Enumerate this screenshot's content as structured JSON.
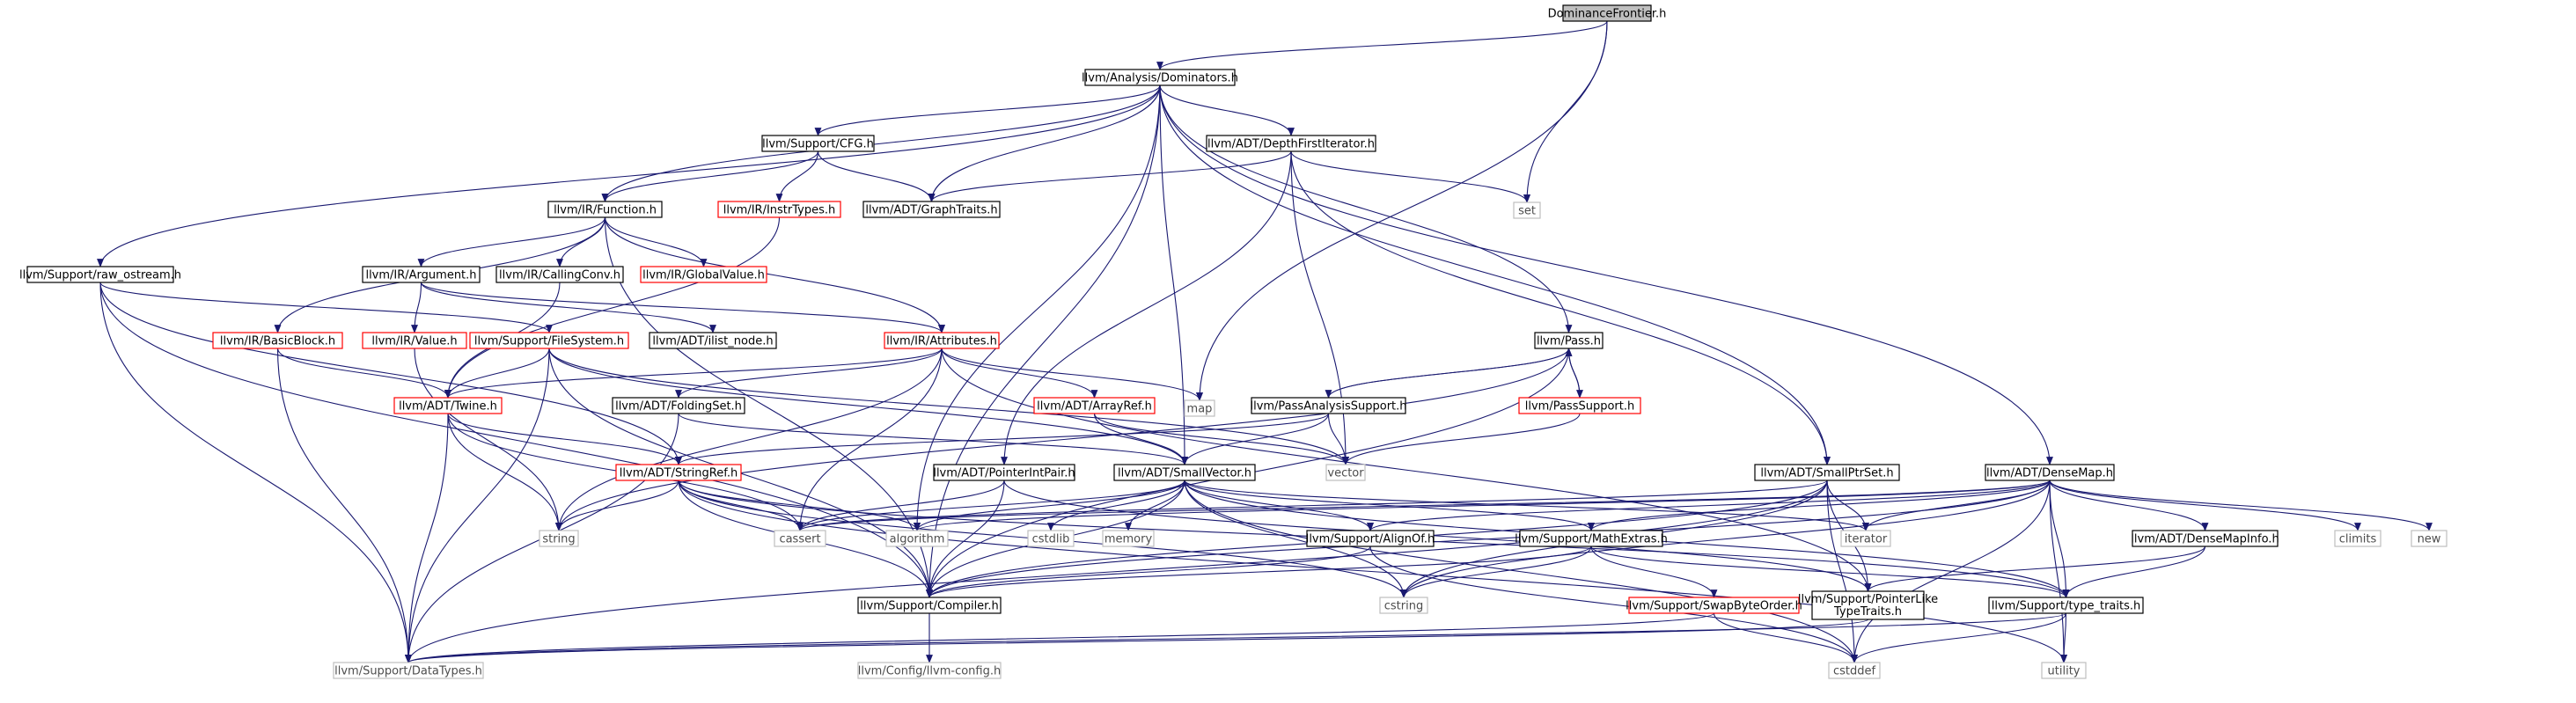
{
  "colors": {
    "edge": "#191970",
    "normal_border": "#000000",
    "red_border": "#ff0000",
    "missing_border": "#bfbfbf",
    "root_fill": "#bfbfbf",
    "text": "#000000",
    "missing_text": "#4d4d4d"
  },
  "nodes": {
    "domfront": {
      "label": "DominanceFrontier.h"
    },
    "dominators": {
      "label": "llvm/Analysis/Dominators.h"
    },
    "set": {
      "label": "set"
    },
    "map": {
      "label": "map"
    },
    "cfg": {
      "label": "llvm/Support/CFG.h"
    },
    "dfi": {
      "label": "llvm/ADT/DepthFirstIterator.h"
    },
    "function": {
      "label": "llvm/IR/Function.h"
    },
    "instrtypes": {
      "label": "llvm/IR/InstrTypes.h"
    },
    "graphtraits": {
      "label": "llvm/ADT/GraphTraits.h"
    },
    "rawostream": {
      "label": "llvm/Support/raw_ostream.h"
    },
    "argument": {
      "label": "llvm/IR/Argument.h"
    },
    "callingconv": {
      "label": "llvm/IR/CallingConv.h"
    },
    "globalvalue": {
      "label": "llvm/IR/GlobalValue.h"
    },
    "basicblock": {
      "label": "llvm/IR/BasicBlock.h"
    },
    "value": {
      "label": "llvm/IR/Value.h"
    },
    "filesystem": {
      "label": "llvm/Support/FileSystem.h"
    },
    "ilistnode": {
      "label": "llvm/ADT/ilist_node.h"
    },
    "attributes": {
      "label": "llvm/IR/Attributes.h"
    },
    "pass": {
      "label": "llvm/Pass.h"
    },
    "twine": {
      "label": "llvm/ADT/Twine.h"
    },
    "foldingset": {
      "label": "llvm/ADT/FoldingSet.h"
    },
    "arrayref": {
      "label": "llvm/ADT/ArrayRef.h"
    },
    "passanalysis": {
      "label": "llvm/PassAnalysisSupport.h"
    },
    "passsupport": {
      "label": "llvm/PassSupport.h"
    },
    "stringref": {
      "label": "llvm/ADT/StringRef.h"
    },
    "vector": {
      "label": "vector"
    },
    "smallvector": {
      "label": "llvm/ADT/SmallVector.h"
    },
    "pointerintpair": {
      "label": "llvm/ADT/PointerIntPair.h"
    },
    "smallptrset": {
      "label": "llvm/ADT/SmallPtrSet.h"
    },
    "densemap": {
      "label": "llvm/ADT/DenseMap.h"
    },
    "string": {
      "label": "string"
    },
    "cassert": {
      "label": "cassert"
    },
    "algorithm": {
      "label": "algorithm"
    },
    "cstdlib": {
      "label": "cstdlib"
    },
    "memory": {
      "label": "memory"
    },
    "alignof": {
      "label": "llvm/Support/AlignOf.h"
    },
    "mathextras": {
      "label": "llvm/Support/MathExtras.h"
    },
    "iterator": {
      "label": "iterator"
    },
    "densemapinfo": {
      "label": "llvm/ADT/DenseMapInfo.h"
    },
    "climits": {
      "label": "climits"
    },
    "new": {
      "label": "new"
    },
    "compiler": {
      "label": "llvm/Support/Compiler.h"
    },
    "cstring": {
      "label": "cstring"
    },
    "swapbyteorder": {
      "label": "llvm/Support/SwapByteOrder.h"
    },
    "pointerlike": {
      "line1": "llvm/Support/PointerLike",
      "line2": "TypeTraits.h"
    },
    "typetraits": {
      "label": "llvm/Support/type_traits.h"
    },
    "datatypes": {
      "label": "llvm/Support/DataTypes.h"
    },
    "llvmconfig": {
      "label": "llvm/Config/llvm-config.h"
    },
    "cstddef": {
      "label": "cstddef"
    },
    "utility": {
      "label": "utility"
    }
  }
}
